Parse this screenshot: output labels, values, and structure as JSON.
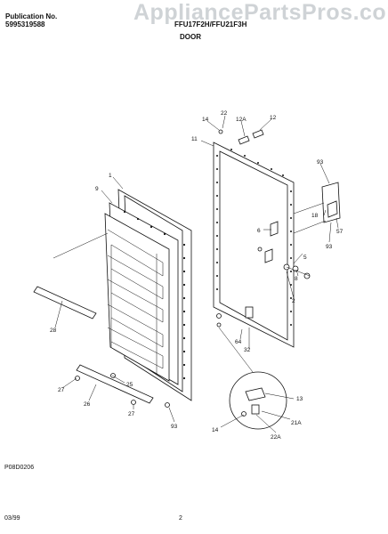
{
  "header": {
    "publication_label": "Publication No.",
    "publication_number": "5995319588",
    "model_numbers": "FFU17F2H/FFU21F3H",
    "section_title": "DOOR"
  },
  "watermark": "AppliancePartsPros.com",
  "figure_code": "P08D0206",
  "footer": {
    "date": "03/99",
    "page_number": "2"
  },
  "callouts": [
    "1",
    "9",
    "28",
    "27",
    "25",
    "26",
    "27",
    "93",
    "14",
    "22",
    "12A",
    "12",
    "11",
    "93",
    "18",
    "57",
    "93",
    "6",
    "5",
    "8",
    "2",
    "64",
    "32",
    "13",
    "14",
    "21A",
    "22A"
  ]
}
